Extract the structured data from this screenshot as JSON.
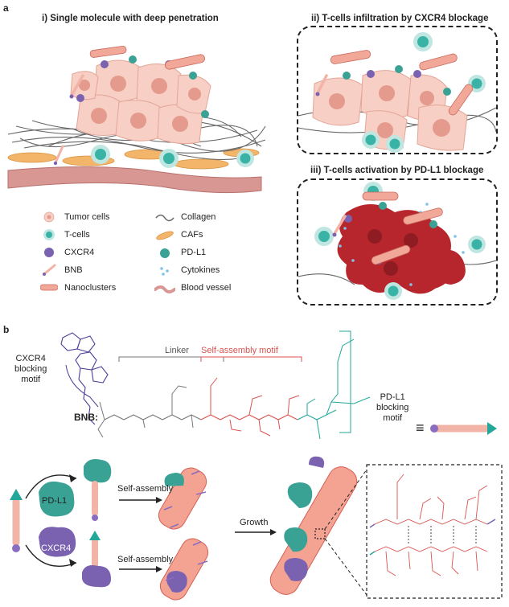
{
  "panel_a": {
    "letter": "a",
    "title_i": "i) Single molecule with deep penetration",
    "title_ii": "ii) T-cells infiltration by CXCR4 blockage",
    "title_iii": "iii) T-cells activation by PD-L1 blockage",
    "legend": {
      "tumor": "Tumor cells",
      "tcells": "T-cells",
      "cxcr4": "CXCR4",
      "bnb": "BNB",
      "nano": "Nanoclusters",
      "collagen": "Collagen",
      "cafs": "CAFs",
      "pdl1": "PD-L1",
      "cytokines": "Cytokines",
      "vessel": "Blood vessel"
    }
  },
  "panel_b": {
    "letter": "b",
    "cxcr4_motif": [
      "CXCR4",
      "blocking",
      "motif"
    ],
    "linker": "Linker",
    "self_assembly_motif": "Self-assembly motif",
    "pdl1_motif": [
      "PD-L1",
      "blocking",
      "motif"
    ],
    "bnb_label": "BNB:",
    "equiv": "≡",
    "pdl1_receptor": "PD-L1",
    "cxcr4_receptor": "CXCR4",
    "self_assembly_1": "Self-assembly",
    "self_assembly_2": "Self-assembly",
    "growth": "Growth"
  },
  "colors": {
    "tumor": "#f7cfc4",
    "nucleus": "#e59a8e",
    "tcell": "#39b3a6",
    "cxcr4": "#7a62b1",
    "pdl1": "#3aa295",
    "fiber_peptide": "#f2b4a6",
    "red_tumor": "#b8262d",
    "vessel": "#d99794",
    "caf": "#f3b56a",
    "linker_grey": "#777777",
    "assembly_red": "#d9534f",
    "pdl1_teal": "#23a79a",
    "cxcr4_purple": "#4b3f99"
  }
}
